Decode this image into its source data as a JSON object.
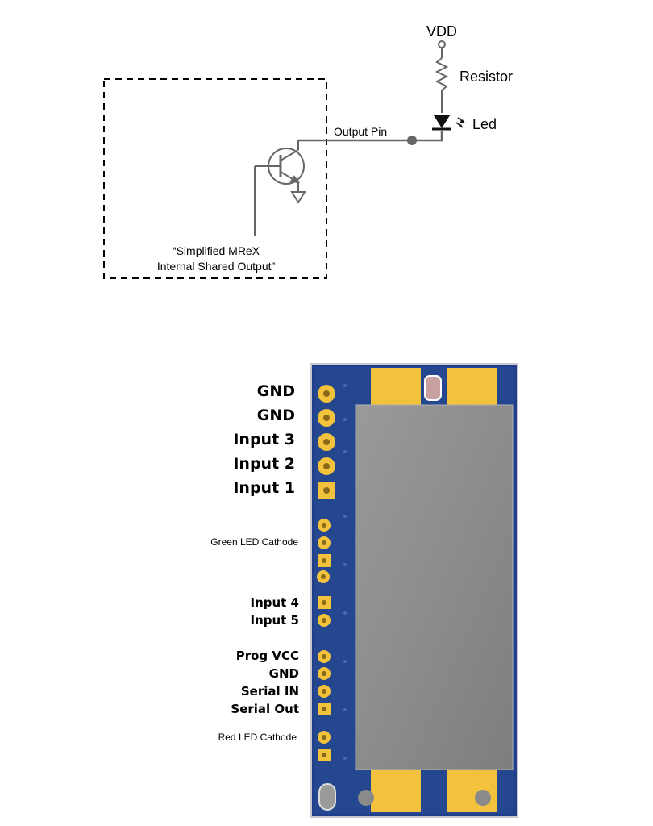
{
  "schematic": {
    "vdd_label": "VDD",
    "resistor_label": "Resistor",
    "led_label": "Led",
    "output_pin_label": "Output Pin",
    "box_caption_line1": "“Simplified MReX",
    "box_caption_line2": "Internal Shared Output”"
  },
  "pcb": {
    "board_color": "#1f3f8a",
    "pad_color": "#f2c23c",
    "shield_color": "#8c8c8c",
    "pin_labels": [
      {
        "text": "GND",
        "size": "big"
      },
      {
        "text": "GND",
        "size": "big"
      },
      {
        "text": "Input 3",
        "size": "big"
      },
      {
        "text": "Input 2",
        "size": "big"
      },
      {
        "text": "Input 1",
        "size": "big"
      },
      {
        "text": "Green LED Cathode",
        "size": "small"
      },
      {
        "text": "Input 4",
        "size": "mid"
      },
      {
        "text": "Input 5",
        "size": "mid"
      },
      {
        "text": "Prog VCC",
        "size": "mid"
      },
      {
        "text": "GND",
        "size": "mid"
      },
      {
        "text": "Serial IN",
        "size": "mid"
      },
      {
        "text": "Serial Out",
        "size": "mid"
      },
      {
        "text": "Red LED Cathode",
        "size": "small"
      }
    ]
  }
}
